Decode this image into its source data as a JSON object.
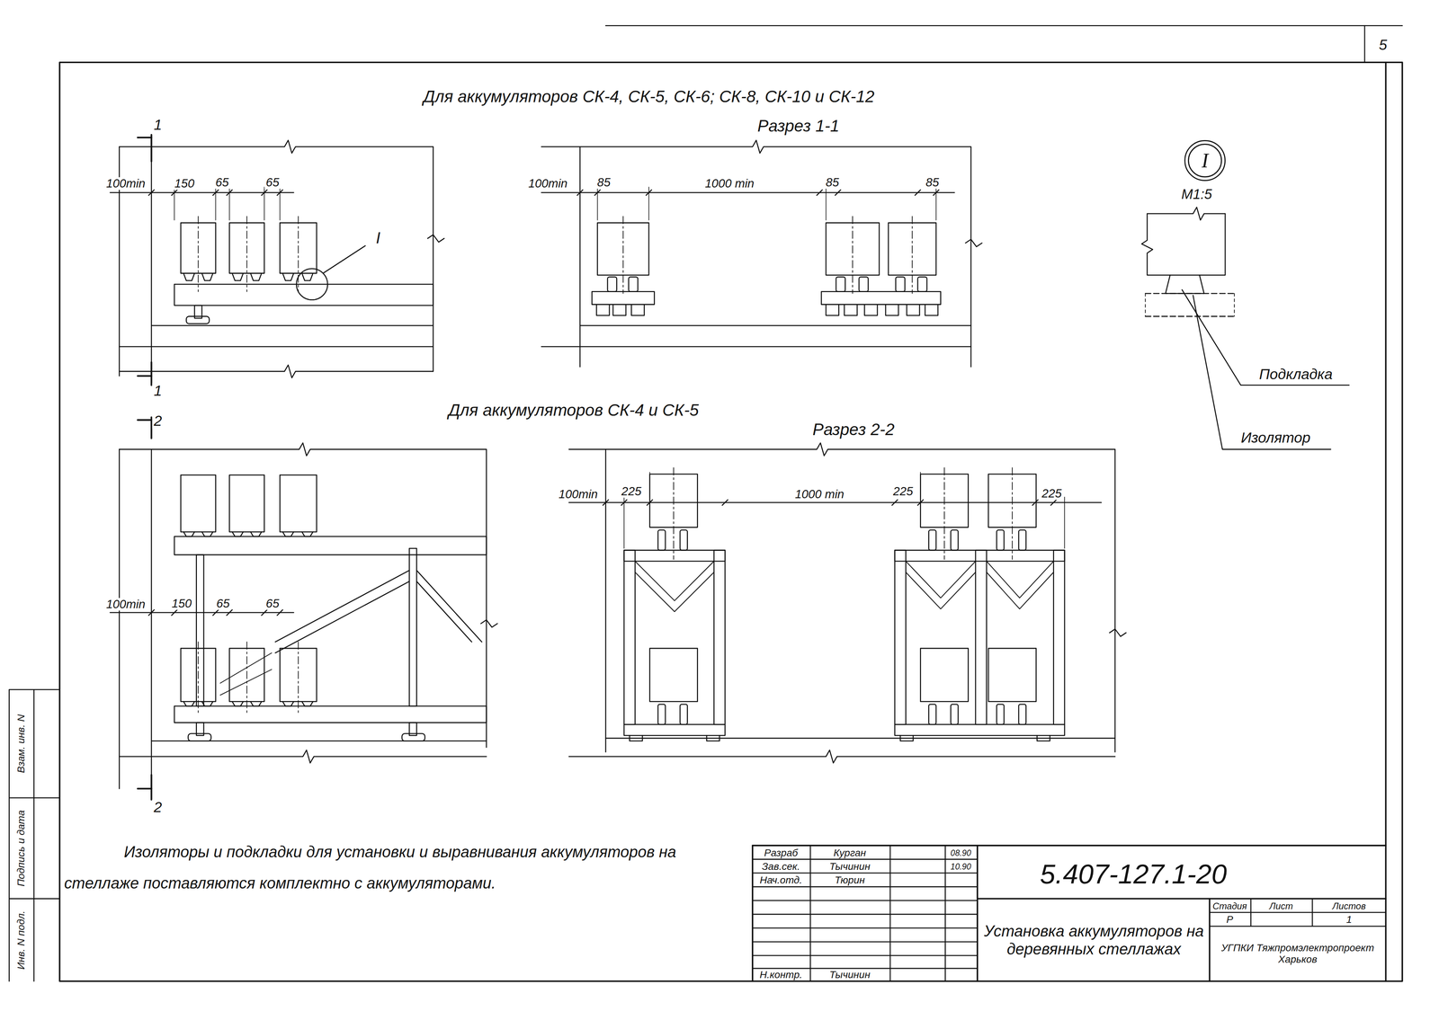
{
  "diagram": {
    "nodes": [
      {
        "text": [
          "I"
        ]
      }
    ],
    "labels": [
      "Для аккумуляторов СК-4, СК-5, СК-6; СК-8, СК-10 и СК-12",
      "Разрез 1-1",
      "1",
      "1",
      "100min",
      "150",
      "65",
      "65",
      "I",
      "100min",
      "85",
      "1000 min",
      "85",
      "85",
      "М1:5",
      "Подкладка",
      "Изолятор",
      "Для аккумуляторов СК-4 и СК-5",
      "Разрез 2-2",
      "2",
      "2",
      "100min",
      "150",
      "65",
      "65",
      "100min",
      "225",
      "1000 min",
      "225",
      "225",
      "Изоляторы и подкладки для установки и выравнивания аккумуляторов на стеллаже поставляются комплектно с аккумуляторами.",
      "Инв. N подл.",
      "Подпись и дата",
      "Взам. инв. N",
      "Разраб",
      "Курган",
      "08.90",
      "Зав.сек.",
      "Тычинин",
      "10.90",
      "Нач.отд.",
      "Тюрин",
      "Н.контр.",
      "Тычинин",
      "5.407-127.1-20",
      "Установка аккумуляторов на деревянных стеллажах",
      "Стадия",
      "Лист",
      "Листов",
      "Р",
      "1",
      "УГПКИ Тяжпромэлектропроект Харьков",
      "5"
    ]
  }
}
